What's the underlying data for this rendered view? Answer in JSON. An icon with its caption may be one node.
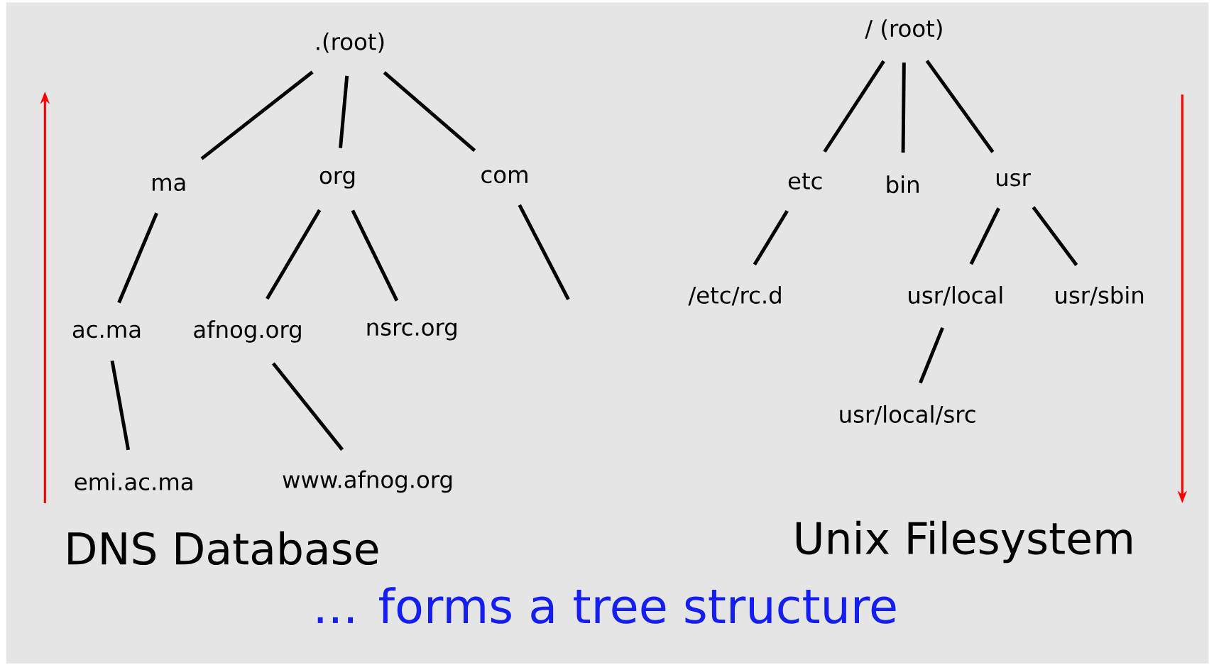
{
  "diagram": {
    "caption": "... forms a tree structure",
    "nodes": [
      {
        "text": [
          ".(root)"
        ]
      },
      {
        "text": [
          "ma"
        ]
      },
      {
        "text": [
          "org"
        ]
      },
      {
        "text": [
          "com"
        ]
      },
      {
        "text": [
          "ac.ma"
        ]
      },
      {
        "text": [
          "afnog.org"
        ]
      },
      {
        "text": [
          "nsrc.org"
        ]
      },
      {
        "text": [
          "emi.ac.ma"
        ]
      },
      {
        "text": [
          "www.afnog.org"
        ]
      },
      {
        "text": [
          "/ (root)"
        ]
      },
      {
        "text": [
          "etc"
        ]
      },
      {
        "text": [
          "bin"
        ]
      },
      {
        "text": [
          "usr"
        ]
      },
      {
        "text": [
          "/etc/rc.d"
        ]
      },
      {
        "text": [
          "usr/local"
        ]
      },
      {
        "text": [
          "usr/sbin"
        ]
      },
      {
        "text": [
          "usr/local/src"
        ]
      }
    ],
    "edges": [
      {
        "from": 0,
        "to": 1,
        "arrow": "none"
      },
      {
        "from": 0,
        "to": 2,
        "arrow": "none"
      },
      {
        "from": 0,
        "to": 3,
        "arrow": "none"
      },
      {
        "from": 1,
        "to": 4,
        "arrow": "none"
      },
      {
        "from": 2,
        "to": 5,
        "arrow": "none"
      },
      {
        "from": 2,
        "to": 6,
        "arrow": "none"
      },
      {
        "from": 3,
        "to": null,
        "arrow": "none"
      },
      {
        "from": 4,
        "to": 7,
        "arrow": "none"
      },
      {
        "from": 5,
        "to": 8,
        "arrow": "none"
      },
      {
        "from": 9,
        "to": 10,
        "arrow": "none"
      },
      {
        "from": 9,
        "to": 11,
        "arrow": "none"
      },
      {
        "from": 9,
        "to": 12,
        "arrow": "none"
      },
      {
        "from": 10,
        "to": 13,
        "arrow": "none"
      },
      {
        "from": 12,
        "to": 14,
        "arrow": "none"
      },
      {
        "from": 12,
        "to": 15,
        "arrow": "none"
      },
      {
        "from": 14,
        "to": 16,
        "arrow": "none"
      }
    ],
    "labels": [
      "DNS Database",
      "Unix Filesystem"
    ]
  }
}
